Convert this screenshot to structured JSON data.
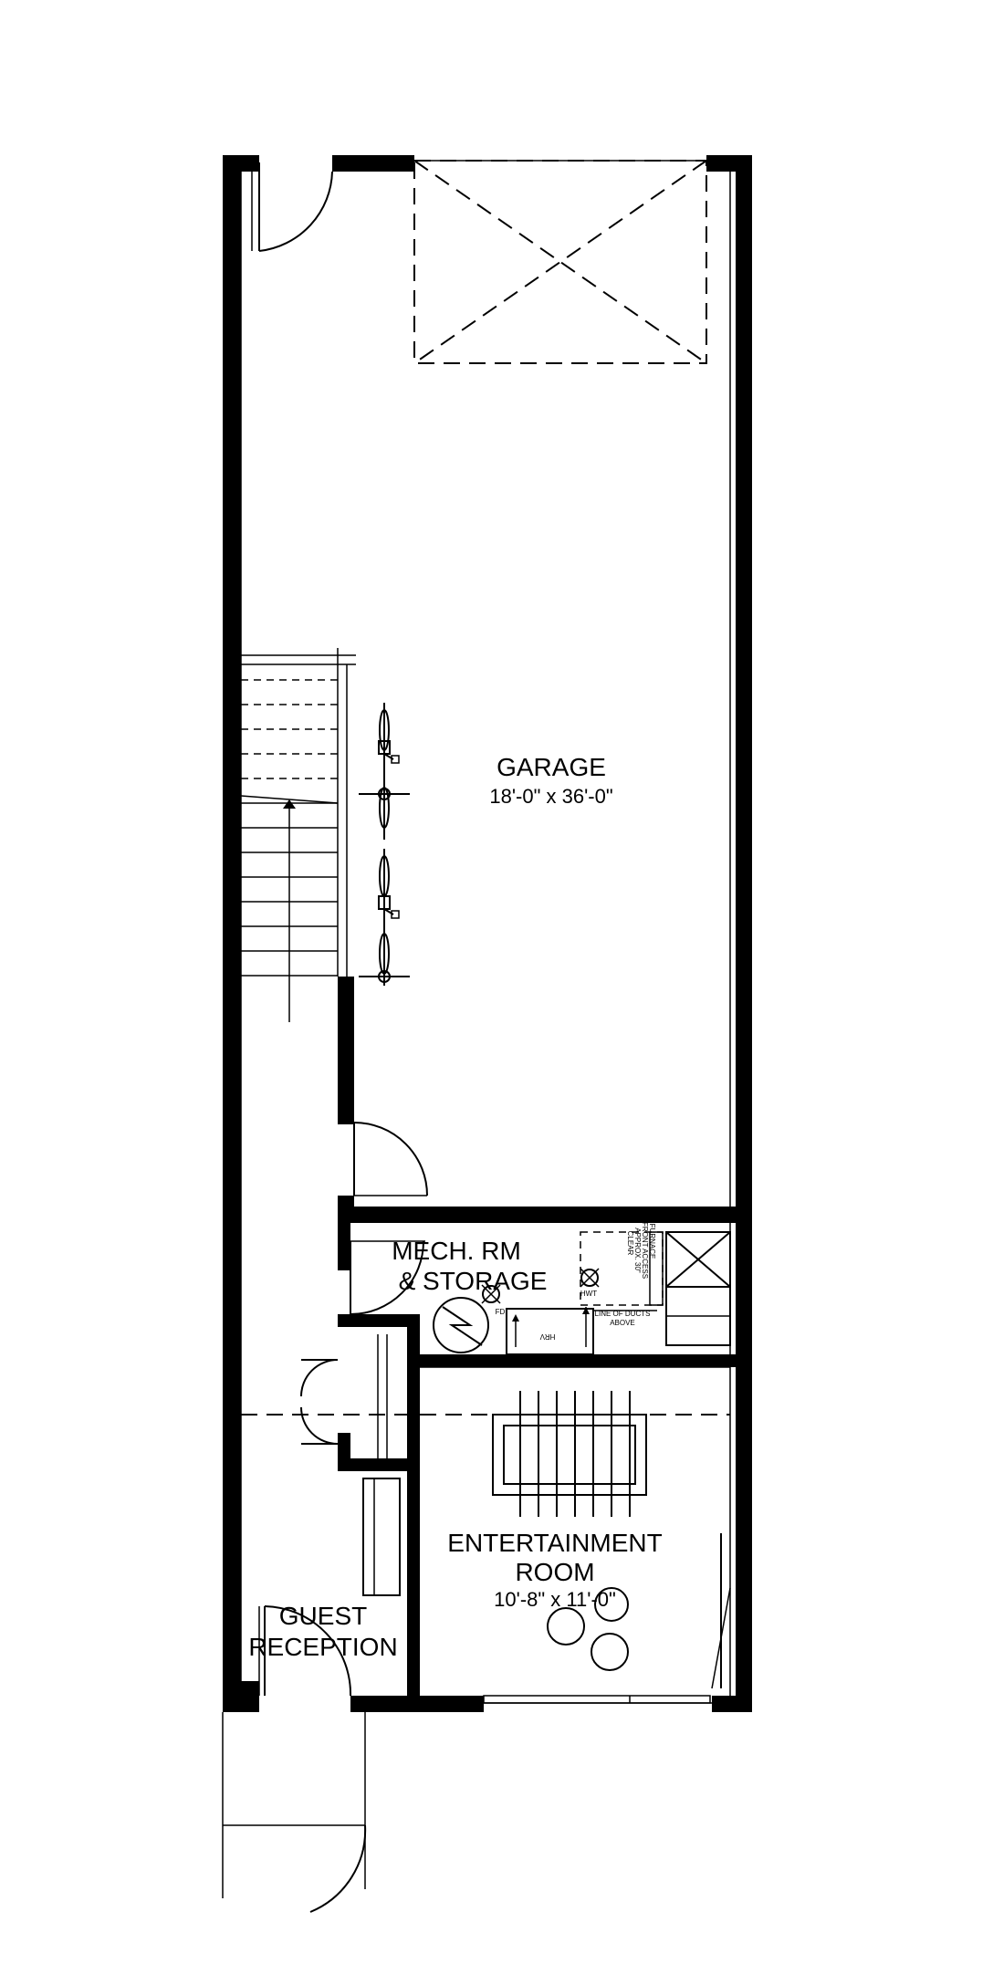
{
  "rooms": {
    "garage": {
      "name": "GARAGE",
      "dims": "18'-0\" x 36'-0\""
    },
    "mech": {
      "name_line1": "MECH. RM",
      "name_line2": "& STORAGE"
    },
    "entertainment": {
      "name_line1": "ENTERTAINMENT",
      "name_line2": "ROOM",
      "dims": "10'-8\" x 11'-0\""
    },
    "guest": {
      "name_line1": "GUEST",
      "name_line2": "RECEPTION"
    }
  },
  "annotations": {
    "hrv": "HRV",
    "ducts_line1": "LINE OF DUCTS",
    "ducts_line2": "ABOVE",
    "furnace_line1": "FURNACE",
    "furnace_line2": "FRONT ACCESS",
    "furnace_line3": "APPROX. 30\"",
    "furnace_line4": "CLEAR",
    "hwt": "HWT",
    "fd": "FD"
  }
}
